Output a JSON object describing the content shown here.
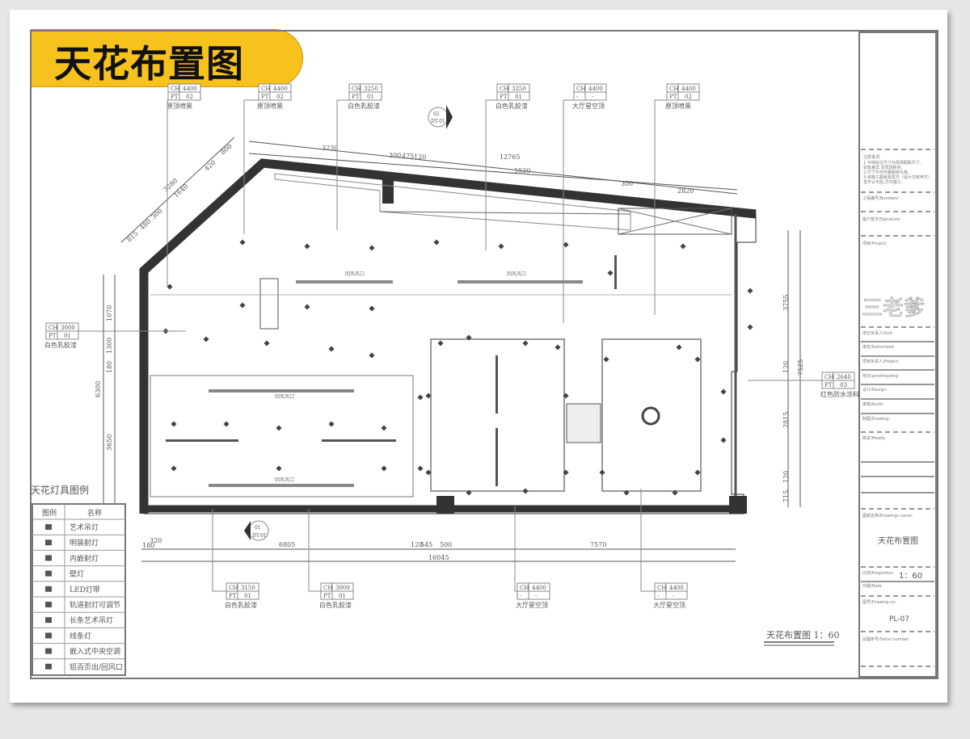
{
  "banner_title": "天花布置图",
  "top_tags": [
    {
      "ch": "CH",
      "chv": "4400",
      "pt": "PT",
      "ptv": "02",
      "label": "原顶喷黑"
    },
    {
      "ch": "CH",
      "chv": "4400",
      "pt": "PT",
      "ptv": "02",
      "label": "原顶喷黑"
    },
    {
      "ch": "CH",
      "chv": "3250",
      "pt": "PT",
      "ptv": "01",
      "label": "白色乳胶漆"
    },
    {
      "ch": "CH",
      "chv": "3250",
      "pt": "PT",
      "ptv": "01",
      "label": "白色乳胶漆"
    },
    {
      "ch": "CH",
      "chv": "4400",
      "pt": "-",
      "ptv": "-",
      "label": "大厅星空顶"
    },
    {
      "ch": "CH",
      "chv": "4400",
      "pt": "PT",
      "ptv": "02",
      "label": "原顶喷黑"
    }
  ],
  "bottom_tags": [
    {
      "ch": "CH",
      "chv": "3150",
      "pt": "PT",
      "ptv": "01",
      "label": "白色乳胶漆"
    },
    {
      "ch": "CH",
      "chv": "3000",
      "pt": "PT",
      "ptv": "01",
      "label": "白色乳胶漆"
    },
    {
      "ch": "CH",
      "chv": "4400",
      "pt": "-",
      "ptv": "-",
      "label": "大厅星空顶"
    },
    {
      "ch": "CH",
      "chv": "4400",
      "pt": "-",
      "ptv": "-",
      "label": "大厅星空顶"
    }
  ],
  "left_tag": {
    "ch": "CH",
    "chv": "3000",
    "pt": "PT",
    "ptv": "01",
    "label": "白色乳胶漆"
  },
  "right_tag": {
    "ch": "CH",
    "chv": "2640",
    "pt": "PT",
    "ptv": "03",
    "label": "红色防水涂料"
  },
  "section_marks": {
    "top": {
      "num": "02",
      "ref": "DT-01"
    },
    "bottom": {
      "num": "01",
      "ref": "DT-01"
    }
  },
  "dims": {
    "top": [
      "3230",
      "300",
      "475",
      "120",
      "12765",
      "5520",
      "300",
      "2820"
    ],
    "diag": [
      "815",
      "480",
      "300",
      "1640",
      "3280",
      "420",
      "800"
    ],
    "left": [
      "1070",
      "1300",
      "180",
      "3650",
      "6300"
    ],
    "right": [
      "3755",
      "120",
      "7525",
      "2815",
      "120",
      "715"
    ],
    "bottom": [
      "180",
      "320",
      "6805",
      "120",
      "545",
      "500",
      "7570",
      "16045"
    ]
  },
  "vent_labels": [
    "回风风口",
    "回风风口",
    "回风风口",
    "回风风口"
  ],
  "legend": {
    "title": "天花灯具图例",
    "header": [
      "图例",
      "名称"
    ],
    "items": [
      {
        "icon": "art-chandelier-icon",
        "name": "艺术吊灯"
      },
      {
        "icon": "surface-spotlight-icon",
        "name": "明装射灯"
      },
      {
        "icon": "recessed-spotlight-icon",
        "name": "内嵌射灯"
      },
      {
        "icon": "wall-lamp-icon",
        "name": "壁灯"
      },
      {
        "icon": "led-strip-icon",
        "name": "LED灯带"
      },
      {
        "icon": "track-spotlight-icon",
        "name": "轨道射灯可调节"
      },
      {
        "icon": "long-chandelier-icon",
        "name": "长条艺术吊灯"
      },
      {
        "icon": "line-light-icon",
        "name": "线条灯"
      },
      {
        "icon": "ceiling-ac-icon",
        "name": "嵌入式中央空调"
      },
      {
        "icon": "louver-vent-icon",
        "name": "铝百页出/回风口"
      }
    ]
  },
  "drawing_caption": "天花布置图 1：60",
  "title_block": {
    "notes_title": "注意事项:",
    "notes": [
      "1.不得标注尺寸为现场勘取尺寸,",
      "  如有差异,应现场核实。",
      "2.尺寸不可作量图纸为准。",
      "3.该施工图纸需双方（设计方和甲方）",
      "  签字认可后,方可施工。"
    ],
    "number_label": "工程编号/Numbers :",
    "signature_label": "客户签字/Signature:",
    "project_label": "项目/Project:",
    "logo": "三老爹",
    "rows": [
      "单位负责人/Unit",
      "审定/Authorized",
      "项目负责人/Project:",
      "校对/proofreading:",
      "设计/Design:",
      "审核/Audit:",
      "制图/Drawing:",
      "核定/Modify"
    ],
    "drawing_name_label": "图纸名称/Drawings name:",
    "drawing_name": "天花布置图",
    "proportion_label": "比例/Proportion:",
    "proportion": "1：60",
    "date_label": "日期/Date",
    "drawing_no_label": "图号/Drawing.no:",
    "drawing_no": "PL-07",
    "serial_label": "总图序号/Serial number:"
  },
  "colors": {
    "banner": "#f7c21c",
    "wall": "#333333",
    "line": "#555555"
  }
}
